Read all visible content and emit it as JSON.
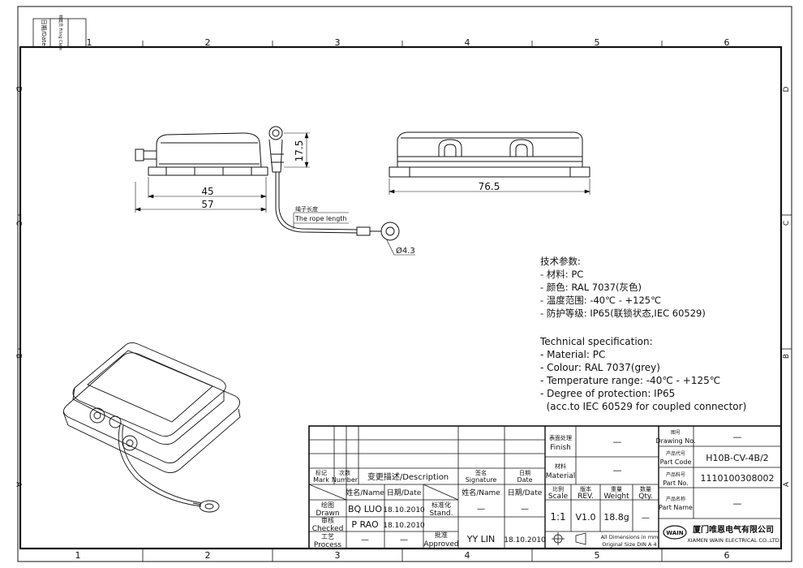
{
  "border": {
    "columns": [
      "1",
      "2",
      "3",
      "4",
      "5",
      "6"
    ],
    "rows": [
      "D",
      "C",
      "B",
      "A"
    ],
    "filing": {
      "date": "日期/Date",
      "clerk": "档案员 Filing Clerk"
    }
  },
  "dimensions": {
    "height": "17.5",
    "inner_length": "45",
    "total_length": "57",
    "front_length": "76.5",
    "hole": "Ø4.3",
    "rope_cn": "绳子长度",
    "rope_en": "The rope length"
  },
  "spec_cn": {
    "title": "技术参数:",
    "lines": [
      "- 材料: PC",
      "- 颜色: RAL 7037(灰色)",
      "- 温度范围: -40℃ - +125℃",
      "- 防护等级: IP65(联锁状态,IEC 60529)"
    ]
  },
  "spec_en": {
    "title": "Technical specification:",
    "lines": [
      "- Material: PC",
      "- Colour: RAL 7037(grey)",
      "- Temperature range: -40℃ - +125℃",
      "- Degree of protection: IP65",
      "  (acc.to IEC 60529 for coupled connector)"
    ]
  },
  "title_block": {
    "rev_header": {
      "mark_cn": "标记",
      "mark_en": "Mark",
      "number_cn": "次数",
      "number_en": "Number",
      "desc": "变更描述/Description",
      "sig_cn": "签名",
      "sig_en": "Signature",
      "date_cn": "日期",
      "date_en": "Date"
    },
    "people_header": {
      "name": "姓名/Name",
      "date": "日期/Date",
      "name2": "姓名/Name",
      "date2": "日期/Date"
    },
    "drawn": {
      "cn": "绘图",
      "en": "Drawn",
      "name": "BQ LUO",
      "date": "18.10.2010"
    },
    "checked": {
      "cn": "审核",
      "en": "Checked",
      "name": "P RAO",
      "date": "18.10.2010"
    },
    "process": {
      "cn": "工艺",
      "en": "Process",
      "name": "—",
      "date": "—"
    },
    "stand": {
      "cn": "标准化",
      "en": "Stand.",
      "name": "—",
      "date": "—"
    },
    "approved": {
      "cn": "批准",
      "en": "Approved",
      "name": "YY LIN",
      "date": "18.10.2010"
    },
    "finish": {
      "cn": "表面处理",
      "en": "Finish",
      "value": "—"
    },
    "material": {
      "cn": "材料",
      "en": "Material",
      "value": "—"
    },
    "scale": {
      "cn": "比例",
      "en": "Scale",
      "value": "1:1"
    },
    "rev": {
      "cn": "版本",
      "en": "REV.",
      "value": "V1.0"
    },
    "weight": {
      "cn": "重量",
      "en": "Weight",
      "value": "18.8g"
    },
    "qty": {
      "cn": "数量",
      "en": "Qty.",
      "value": "—"
    },
    "all_dims": "All Dimensions in mm",
    "original_size": "Original Size DIN A 4",
    "drawing_no": {
      "cn": "图号",
      "en": "Drawing No.",
      "value": "—"
    },
    "part_code": {
      "cn": "产品代号",
      "en": "Part Code",
      "value": "H10B-CV-4B/2"
    },
    "part_no": {
      "cn": "产品料号",
      "en": "Part No.",
      "value": "1110100308002"
    },
    "part_name": {
      "cn": "产品名称",
      "en": "Part Name",
      "value": "—"
    },
    "company_logo": "WAIN",
    "company_cn": "厦门唯恩电气有限公司",
    "company_en": "XIAMEN WAIN ELECTRICAL CO.,LTD"
  }
}
